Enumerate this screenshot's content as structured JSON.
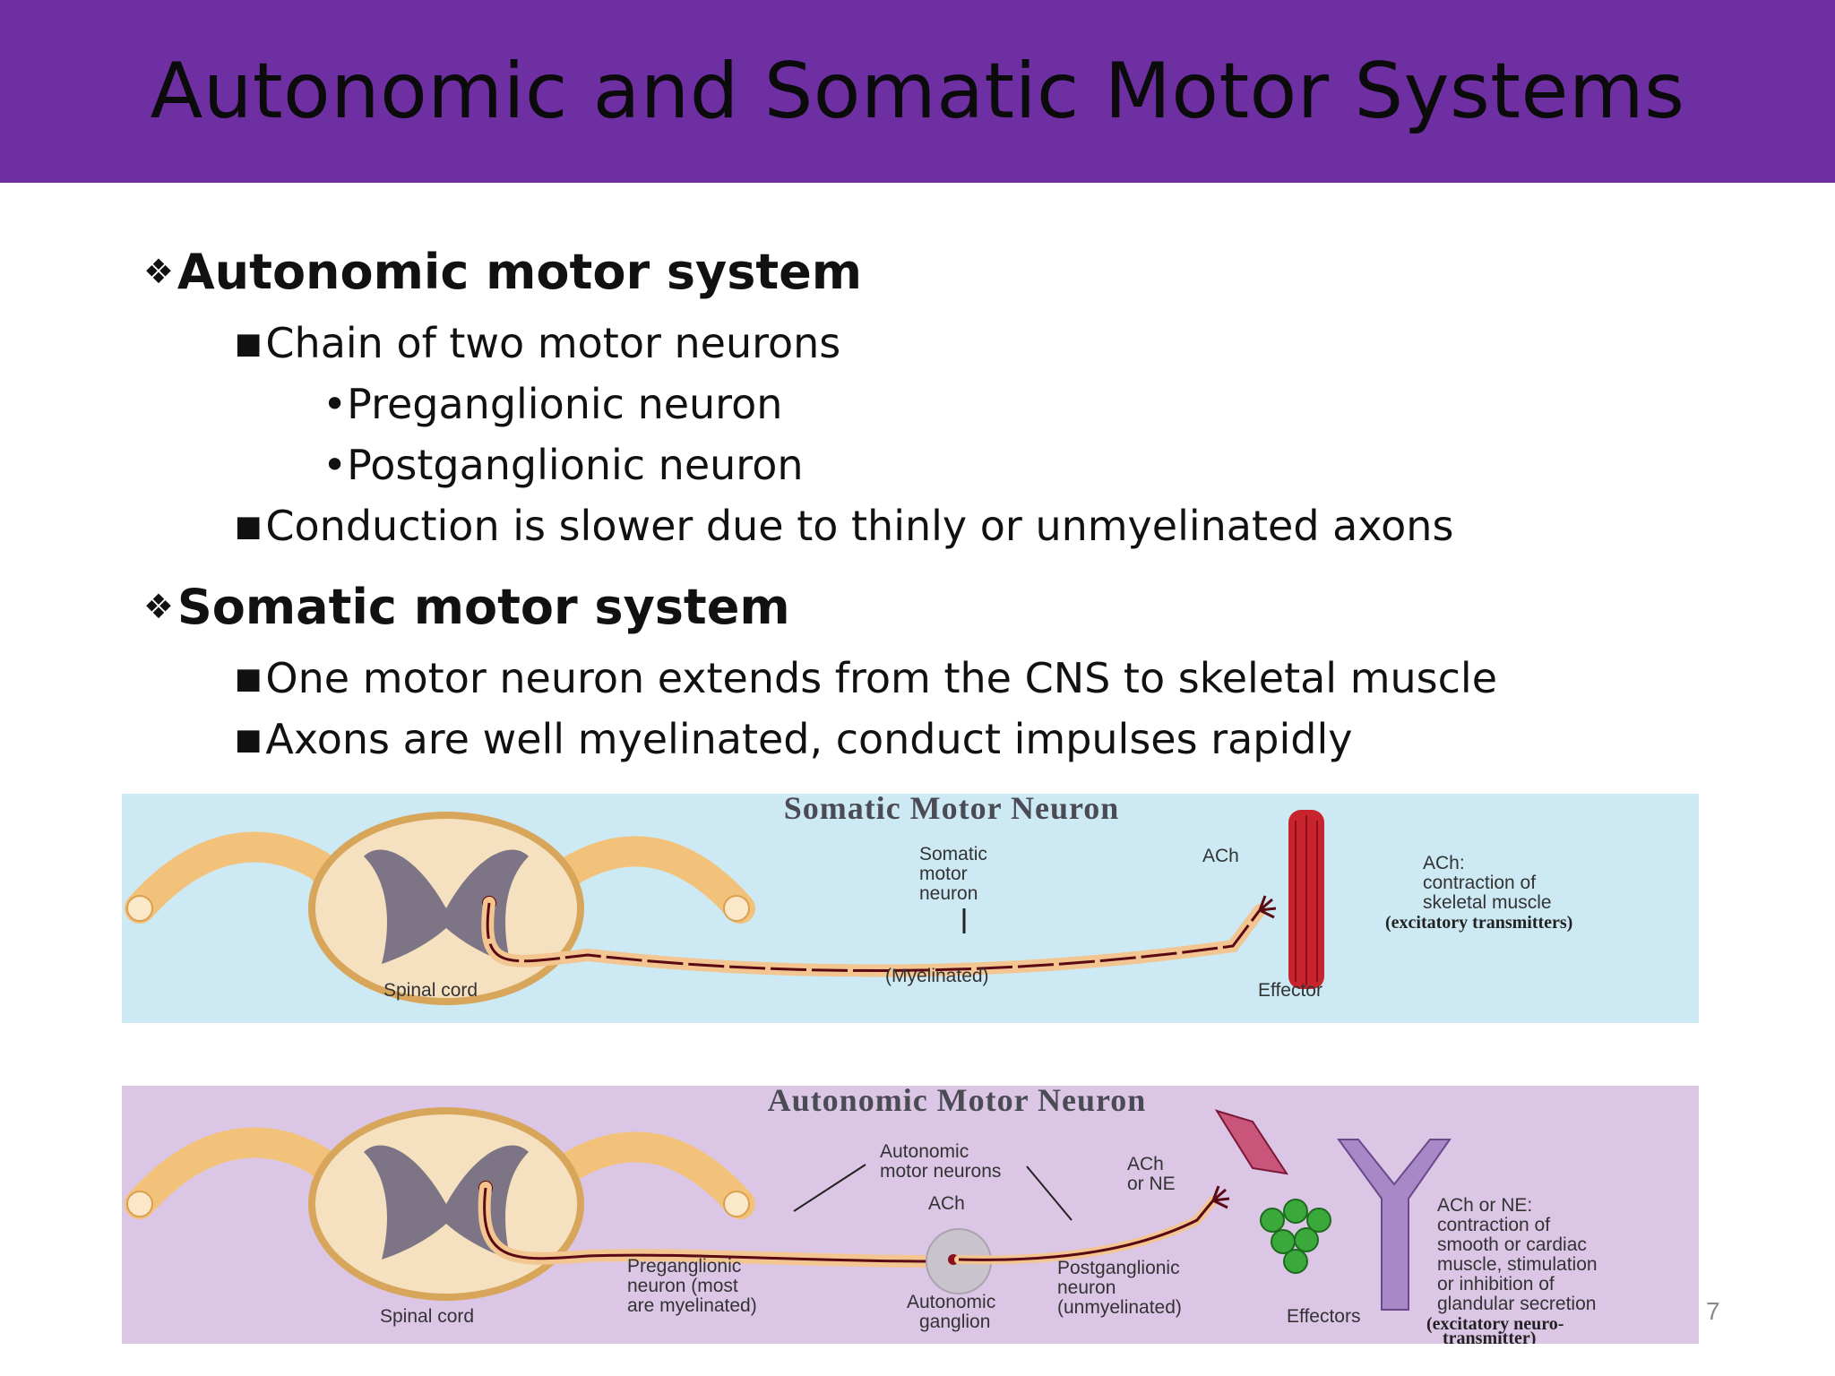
{
  "title": "Autonomic and Somatic Motor Systems",
  "sections": [
    {
      "heading": "Autonomic motor system",
      "items": [
        {
          "text": "Chain of two motor neurons",
          "sub": [
            "Preganglionic neuron",
            "Postganglionic neuron"
          ]
        },
        {
          "text": "Conduction is slower due to thinly or unmyelinated axons",
          "sub": []
        }
      ]
    },
    {
      "heading": "Somatic motor system",
      "items": [
        {
          "text": "One motor neuron extends from the CNS to skeletal muscle",
          "sub": []
        },
        {
          "text": "Axons are well myelinated, conduct impulses rapidly",
          "sub": []
        }
      ]
    }
  ],
  "somatic_diagram": {
    "title": "Somatic Motor Neuron",
    "somatic_neuron_label": [
      "Somatic",
      "motor",
      "neuron"
    ],
    "ach": "ACh",
    "myelinated": "(Myelinated)",
    "spinal_cord": "Spinal cord",
    "effector": "Effector",
    "effect_lines": [
      "ACh:",
      "contraction of",
      "skeletal muscle"
    ],
    "effect_note": "(excitatory transmitters)"
  },
  "autonomic_diagram": {
    "title": "Autonomic Motor Neuron",
    "neurons_label": [
      "Autonomic",
      "motor neurons"
    ],
    "ach": "ACh",
    "ach_or_ne": [
      "ACh",
      "or NE"
    ],
    "preganglionic": [
      "Preganglionic",
      "neuron (most",
      "are myelinated)"
    ],
    "ganglion": [
      "Autonomic",
      "ganglion"
    ],
    "postganglionic": [
      "Postganglionic",
      "neuron",
      "(unmyelinated)"
    ],
    "spinal_cord": "Spinal cord",
    "effectors": "Effectors",
    "effect_lines": [
      "ACh or NE:",
      "contraction of",
      "smooth or cardiac",
      "muscle, stimulation",
      "or inhibition of",
      "glandular secretion"
    ],
    "effect_note": [
      "(excitatory neuro-",
      "transmitter)"
    ]
  },
  "page_number": "7",
  "colors": {
    "title_bar": "#6e2fa2",
    "somatic_bg": "#cdeaf4",
    "autonomic_bg": "#dcc6e6"
  }
}
